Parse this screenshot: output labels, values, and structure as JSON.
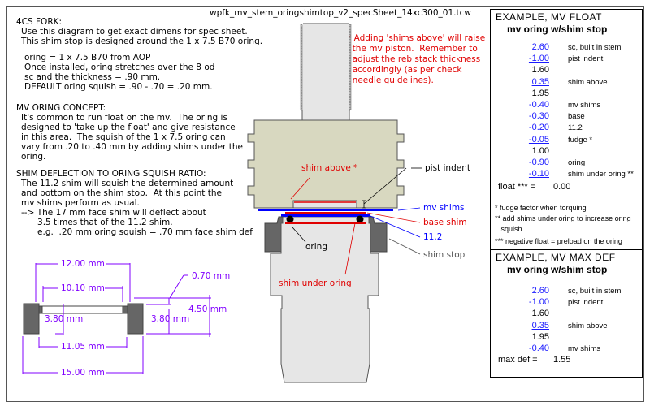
{
  "title": "wpfk_mv_stem_oringshimtop_v2_specSheet_14xc300_01.tcw",
  "intro": {
    "heading": "4CS FORK:",
    "lines": [
      "Use this diagram to get exact dimens for spec sheet.",
      "This shim stop is designed around the 1 x 7.5 B70 oring."
    ],
    "oring_lines": [
      "oring = 1 x 7.5 B70 from AOP",
      "Once installed, oring stretches over the 8 od",
      "sc and the thickness = .90 mm.",
      "DEFAULT oring squish = .90 - .70 = .20 mm."
    ]
  },
  "concept": {
    "heading": "MV ORING CONCEPT:",
    "lines": [
      "It's common to run float on the mv.  The oring is",
      "designed to 'take up the float' and give resistance",
      "in this area.  The squish of the 1 x 7.5 oring can",
      "vary from .20 to .40 mm by adding shims under the",
      "oring."
    ]
  },
  "ratio": {
    "heading": "SHIM DEFLECTION TO ORING SQUISH RATIO:",
    "lines": [
      "The 11.2 shim will squish the determined amount",
      "and bottom on the shim stop.  At this point the",
      "mv shims perform as usual.",
      "--> The 17 mm face shim will deflect about",
      "      3.5 times that of the 11.2 shim.",
      "      e.g.  .20 mm oring squish = .70 mm face shim def"
    ]
  },
  "warning": [
    "* Adding 'shims above' will raise",
    "  the mv piston.  Remember to",
    "  adjust the reb stack thickness",
    "  accordingly (as per check",
    "  needle guidelines)."
  ],
  "callouts": {
    "shim_above": "shim above *",
    "pist_indent": "pist indent",
    "mv_shims": "mv shims",
    "base_shim": "base shim",
    "shim_11_2": "11.2",
    "shim_stop": "shim stop",
    "oring": "oring",
    "shim_under_oring": "shim under oring"
  },
  "dimensions": {
    "top_outer": "12.00 mm",
    "top_inner": "10.10 mm",
    "step": "0.70 mm",
    "height": "4.50 mm",
    "left_depth": "3.80 mm",
    "right_depth": "3.80 mm",
    "bore": "11.05 mm",
    "outer": "15.00 mm"
  },
  "float_panel": {
    "title": "EXAMPLE, MV FLOAT",
    "subtitle": "mv oring w/shim stop",
    "rows": [
      {
        "value": "2.60",
        "label": "sc, built in stem",
        "style": "blue"
      },
      {
        "value": "-1.00",
        "label": "pist indent",
        "style": "blue-ul"
      },
      {
        "value": "1.60",
        "label": "",
        "style": "black"
      },
      {
        "value": "0.35",
        "label": "shim above",
        "style": "blue-ul"
      },
      {
        "value": "1.95",
        "label": "",
        "style": "black"
      },
      {
        "value": "-0.40",
        "label": "mv shims",
        "style": "blue"
      },
      {
        "value": "-0.30",
        "label": "base",
        "style": "blue"
      },
      {
        "value": "-0.20",
        "label": "11.2",
        "style": "blue"
      },
      {
        "value": "-0.05",
        "label": "fudge *",
        "style": "blue-ul"
      },
      {
        "value": "1.00",
        "label": "",
        "style": "black"
      },
      {
        "value": "-0.90",
        "label": "oring",
        "style": "blue"
      },
      {
        "value": "-0.10",
        "label": "shim under oring **",
        "style": "blue-ul"
      }
    ],
    "total_label": "float *** =",
    "total_value": "0.00",
    "notes": [
      "* fudge factor when torquing",
      "** add shims under oring to increase oring",
      "   squish",
      "*** negative float = preload on the oring"
    ]
  },
  "maxdef_panel": {
    "title": "EXAMPLE, MV MAX DEF",
    "subtitle": "mv oring w/shim stop",
    "rows": [
      {
        "value": "2.60",
        "label": "sc, built in stem",
        "style": "blue"
      },
      {
        "value": "-1.00",
        "label": "pist indent",
        "style": "blue"
      },
      {
        "value": "1.60",
        "label": "",
        "style": "black"
      },
      {
        "value": "0.35",
        "label": "shim above",
        "style": "blue-ul"
      },
      {
        "value": "1.95",
        "label": "",
        "style": "black"
      },
      {
        "value": "-0.40",
        "label": "mv shims",
        "style": "blue-ul"
      }
    ],
    "total_label": "max def =",
    "total_value": "1.55"
  },
  "colors": {
    "dimension": "#8000ff",
    "annotation_red": "#e00000",
    "annotation_blue": "#0000ff",
    "piston_fill": "#d8d8c0",
    "stem_fill": "#e6e6e6",
    "shim_stop_fill": "#666666"
  }
}
